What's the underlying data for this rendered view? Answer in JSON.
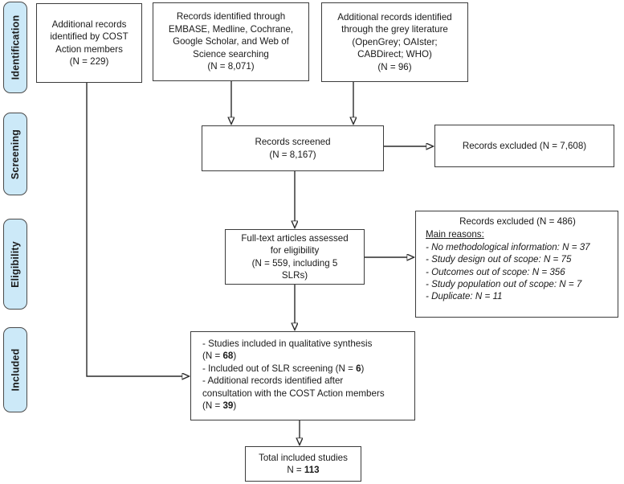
{
  "sidebar": {
    "stages": [
      {
        "label": "Identification"
      },
      {
        "label": "Screening"
      },
      {
        "label": "Eligibility"
      },
      {
        "label": "Included"
      }
    ]
  },
  "boxes": {
    "cost": {
      "text": "Additional records\nidentified by COST\nAction members\n(N = 229)"
    },
    "databases": {
      "text": "Records identified through\nEMBASE, Medline, Cochrane,\nGoogle Scholar, and Web of\nScience searching\n(N = 8,071)"
    },
    "grey": {
      "text": "Additional records identified\nthrough the grey literature\n(OpenGrey; OAIster;\nCABDirect; WHO)\n(N = 96)"
    },
    "screened": {
      "text": "Records screened\n(N = 8,167)"
    },
    "excluded_screening": {
      "text": "Records excluded (N = 7,608)"
    },
    "fulltext": {
      "text": "Full-text articles assessed\nfor eligibility\n(N = 559, including 5\nSLRs)"
    },
    "excluded_eligibility": {
      "title": "Records excluded (N = 486)",
      "subtitle": "Main reasons:",
      "reasons": [
        "- No methodological information: N = 37",
        "- Study design out of scope: N = 75",
        "- Outcomes out of scope: N = 356",
        "- Study population out of scope: N = 7",
        "- Duplicate: N = 11"
      ]
    },
    "included": {
      "line1": "-  Studies included in qualitative synthesis",
      "line2_pre": "(N = ",
      "line2_bold": "68",
      "line2_post": ")",
      "line3_pre": "- Included out of SLR screening (N = ",
      "line3_bold": "6",
      "line3_post": ")",
      "line4": "- Additional records identified after",
      "line5": "consultation with the COST Action members",
      "line6_pre": "(N = ",
      "line6_bold": "39",
      "line6_post": ")"
    },
    "total": {
      "line1": "Total included studies",
      "line2_pre": "N = ",
      "line2_bold": "113"
    }
  },
  "colors": {
    "stage_fill": "#cce9f8",
    "stage_border": "#4a4a4a",
    "box_border": "#3c3c3c",
    "arrow": "#2b2b2b"
  }
}
